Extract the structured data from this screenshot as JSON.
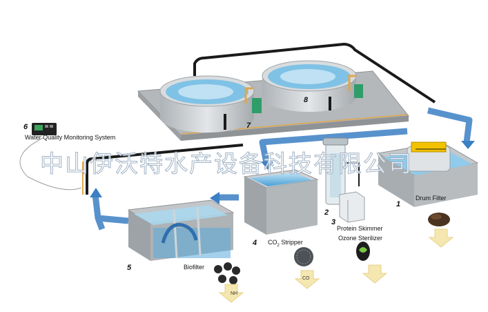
{
  "labels": {
    "water_quality": "Water Quality Monitoring System",
    "drum_filter": "Drum Filter",
    "protein_skimmer": "Protein Skimmer",
    "ozone_sterilizer": "Ozone Sterilizer",
    "co2_prefix": "CO",
    "co2_sub": "2",
    "co2_suffix": " Stripper",
    "biofilter": "Biofilter"
  },
  "numbers": {
    "n1": "1",
    "n2": "2",
    "n3": "3",
    "n4": "4",
    "n5": "5",
    "n6": "6",
    "n7": "7",
    "n8": "8"
  },
  "chemicals": {
    "nh": "NH",
    "co2_tag": "CO"
  },
  "watermark": "中山伊沃特水产设备科技有限公司",
  "colors": {
    "water": "#5aa9dd",
    "flow_arrow": "#3b7fc4",
    "pipe": "#1a1a1a",
    "tank_wall": "#c9cdd0",
    "platform": "#b9bcbe"
  }
}
